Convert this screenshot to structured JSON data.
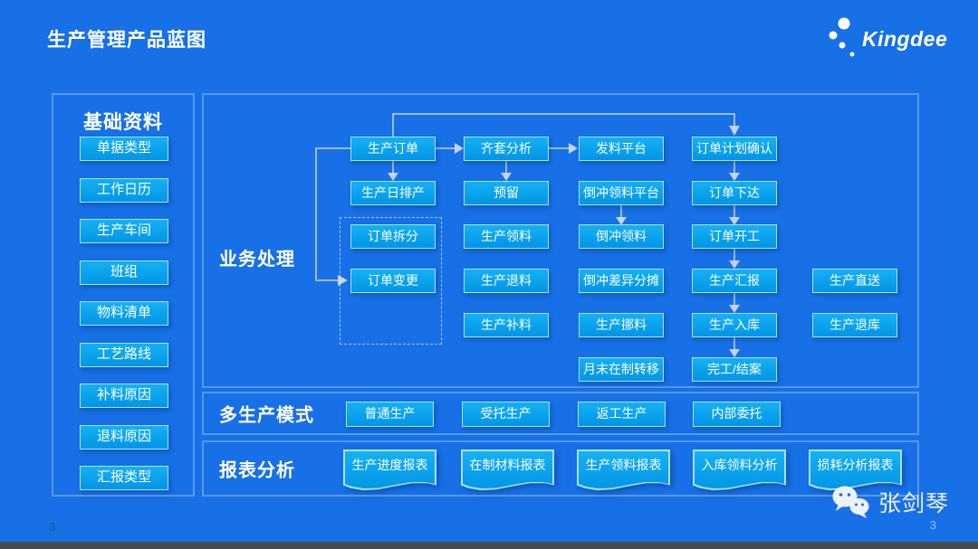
{
  "slide": {
    "title": "生产管理产品蓝图",
    "page_number_left": "3",
    "page_number_right": "3"
  },
  "brand": {
    "name": "Kingdee"
  },
  "watermark": {
    "name": "张剑琴"
  },
  "colors": {
    "background": "#1770e6",
    "node_fill_top": "#15b1f3",
    "node_fill_bottom": "#0295e6",
    "node_border": "#a6e4fb",
    "panel_border": "#8cb9f8",
    "connector": "#c7d3e6",
    "footer_bar": "#4a4a4a"
  },
  "sidebar": {
    "title": "基础资料",
    "items": [
      "单据类型",
      "工作日历",
      "生产车间",
      "班组",
      "物料清单",
      "工艺路线",
      "补料原因",
      "退料原因",
      "汇报类型"
    ]
  },
  "business": {
    "label": "业务处理",
    "nodes": [
      "生产订单",
      "齐套分析",
      "发料平台",
      "订单计划确认",
      "生产日排产",
      "预留",
      "倒冲领料平台",
      "订单下达",
      "订单拆分",
      "生产领料",
      "倒冲领料",
      "订单开工",
      "订单变更",
      "生产退料",
      "倒冲差异分摊",
      "生产汇报",
      "生产直送",
      "生产补料",
      "生产挪料",
      "生产入库",
      "生产退库",
      "月末在制转移",
      "完工/结案"
    ]
  },
  "modes": {
    "label": "多生产模式",
    "items": [
      "普通生产",
      "受托生产",
      "返工生产",
      "内部委托"
    ]
  },
  "reports": {
    "label": "报表分析",
    "items": [
      "生产进度报表",
      "在制材料报表",
      "生产领料报表",
      "入库领料分析",
      "损耗分析报表"
    ]
  }
}
